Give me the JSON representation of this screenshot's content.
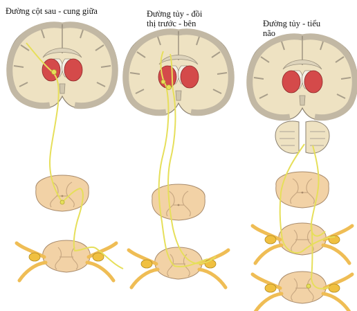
{
  "panels": [
    {
      "id": "dcml",
      "title": "Đường cột sau - cung giữa"
    },
    {
      "id": "stt",
      "title": "Đường tủy - đồi\nthị trước - bên"
    },
    {
      "id": "scb",
      "title": "Đường tủy - tiểu\nnão"
    }
  ],
  "colors": {
    "brain_tissue": "#eee2c2",
    "cortex_gray": "#c2b8a4",
    "thalamus": "#d44a4a",
    "pathway": "#e6df5a",
    "spinal_cord": "#f2d2a6",
    "ganglion": "#f0c040",
    "ventricle": "#f4f0e6"
  }
}
